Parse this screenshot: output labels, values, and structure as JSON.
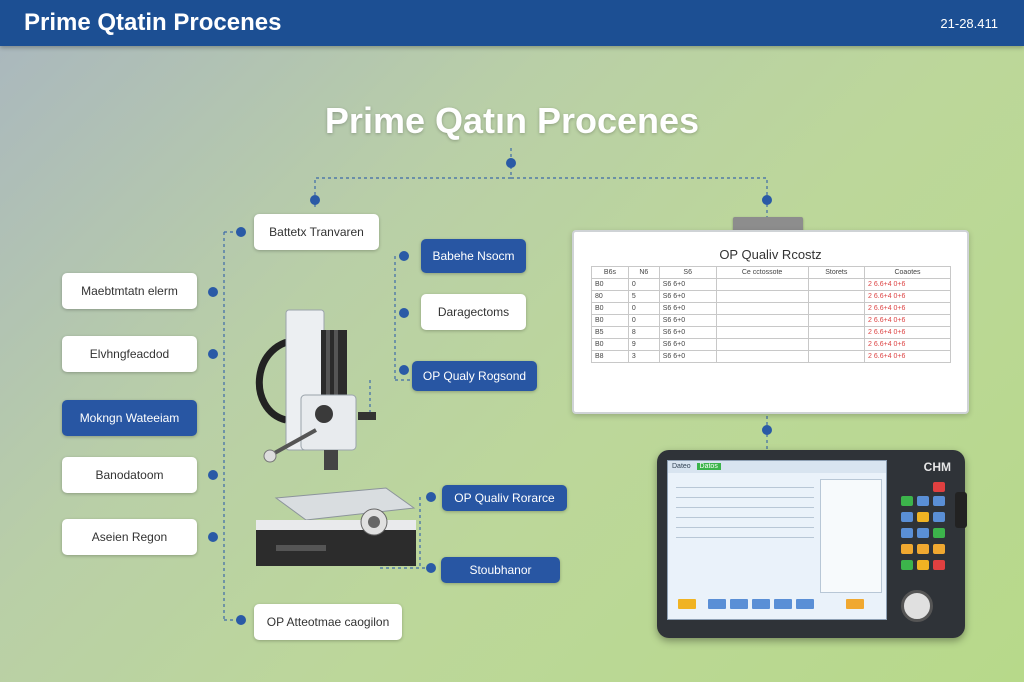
{
  "header": {
    "title": "Prime Qtatin Procenes",
    "code": "21-28.411"
  },
  "diagram_title": "Prime Qatın Procenes",
  "left_column": [
    "Maebtmtatn elerm",
    "Elvhngfeacdod",
    "Mokngn Wateeiam",
    "Banodatoom",
    "Aseien Regon"
  ],
  "middle": {
    "battery": "Battetx Tranvaren",
    "bottom": "OP Atteotmae caogilon"
  },
  "right_column": [
    "Babehe Nsocm",
    "Daragectoms",
    "OP Qualy Rogsond",
    "OP Qualiv Rorarce",
    "Stoubhanor"
  ],
  "report": {
    "title": "OP Qualiv Rcostz",
    "headers": [
      "B6s",
      "N6",
      "S6",
      "Ce cctossote",
      "Storets",
      "Coaotes"
    ],
    "rows": [
      [
        "B0",
        "0",
        "S6 6+0",
        "",
        "",
        "2 6.6+4 0+6"
      ],
      [
        "80",
        "5",
        "S6 6+0",
        "",
        "",
        "2 6.6+4 0+6"
      ],
      [
        "B0",
        "0",
        "S6 6+0",
        "",
        "",
        "2 6.6+4 0+6"
      ],
      [
        "B0",
        "0",
        "S6 6+0",
        "",
        "",
        "2 6.6+4 0+6"
      ],
      [
        "B5",
        "8",
        "S6 6+0",
        "",
        "",
        "2 6.6+4 0+6"
      ],
      [
        "B0",
        "9",
        "S6 6+0",
        "",
        "",
        "2 6.6+4 0+6"
      ],
      [
        "B8",
        "3",
        "S6 6+0",
        "",
        "",
        "2 6.6+4 0+6"
      ]
    ]
  },
  "tablet": {
    "brand": "CHM",
    "tab1": "Dateo",
    "tab2": "Datos"
  },
  "colors": {
    "header": "#1c4f93",
    "accent_blue": "#2856a3",
    "dot": "#2a5aa6"
  }
}
